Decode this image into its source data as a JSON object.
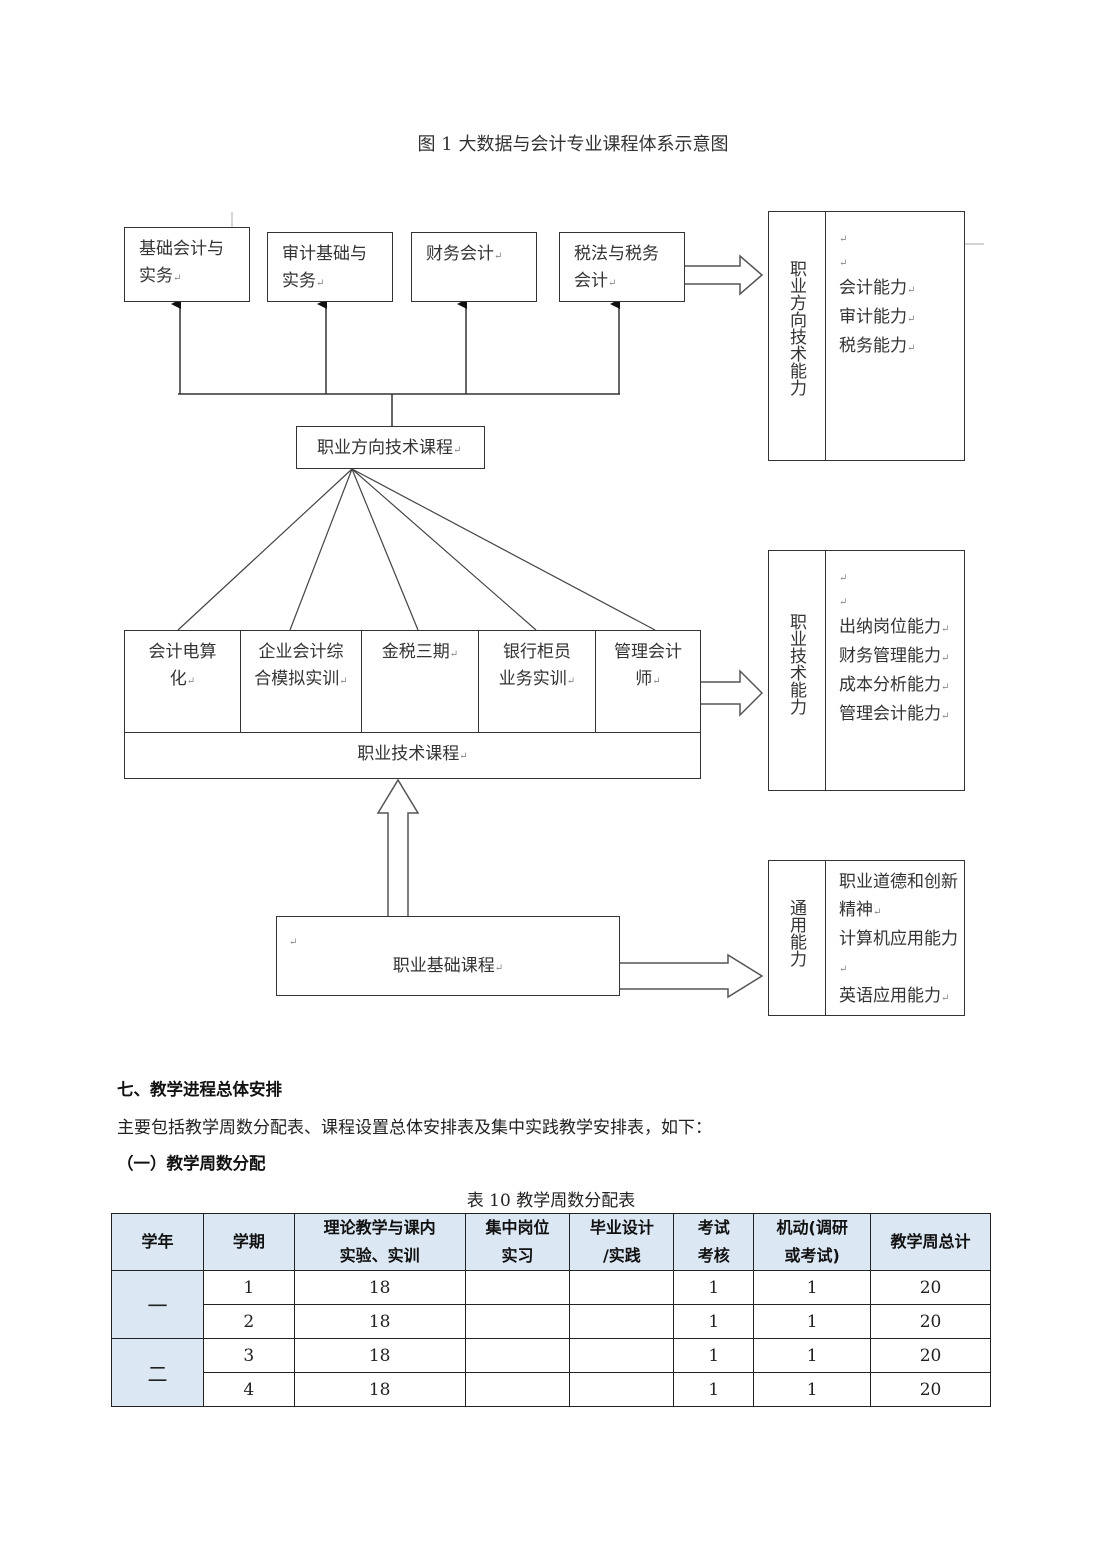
{
  "figure": {
    "title": "图 1  大数据与会计专业课程体系示意图",
    "top_courses": [
      {
        "line1": "基础会计与",
        "line2": "实务"
      },
      {
        "line1": "审计基础与",
        "line2": "实务"
      },
      {
        "line1": "财务会计",
        "line2": ""
      },
      {
        "line1": "税法与税务",
        "line2": "会计"
      }
    ],
    "direction_course_label": "职业方向技术课程",
    "tech_courses": [
      {
        "line1": "会计电算",
        "line2": "化"
      },
      {
        "line1": "企业会计综",
        "line2": "合模拟实训"
      },
      {
        "line1": "金税三期",
        "line2": ""
      },
      {
        "line1": "银行柜员",
        "line2": "业务实训"
      },
      {
        "line1": "管理会计",
        "line2": "师"
      }
    ],
    "tech_course_label": "职业技术课程",
    "base_course_label": "职业基础课程",
    "abilities": [
      {
        "title": "职业方向技术能力",
        "items": [
          "会计能力",
          "审计能力",
          "税务能力"
        ]
      },
      {
        "title": "职业技术能力",
        "items": [
          "出纳岗位能力",
          "财务管理能力",
          "成本分析能力",
          "管理会计能力"
        ]
      },
      {
        "title": "通用能力",
        "items": [
          "职业道德和创新精神",
          "计算机应用能力",
          "英语应用能力"
        ]
      }
    ],
    "paragraph_mark": "↵"
  },
  "section": {
    "heading": "七、教学进程总体安排",
    "intro": "主要包括教学周数分配表、课程设置总体安排表及集中实践教学安排表，如下：",
    "subheading": "（一）教学周数分配",
    "table_caption": "表 10  教学周数分配表"
  },
  "table": {
    "headers": [
      {
        "line1": "学年",
        "line2": ""
      },
      {
        "line1": "学期",
        "line2": ""
      },
      {
        "line1": "理论教学与课内",
        "line2": "实验、实训"
      },
      {
        "line1": "集中岗位",
        "line2": "实习"
      },
      {
        "line1": "毕业设计",
        "line2": "/实践"
      },
      {
        "line1": "考试",
        "line2": "考核"
      },
      {
        "line1": "机动(调研",
        "line2": "或考试)"
      },
      {
        "line1": "教学周总计",
        "line2": ""
      }
    ],
    "years": [
      {
        "label": "一",
        "rows": [
          {
            "term": "1",
            "theory": "18",
            "internship": "",
            "graduation": "",
            "exam": "1",
            "flex": "1",
            "total": "20"
          },
          {
            "term": "2",
            "theory": "18",
            "internship": "",
            "graduation": "",
            "exam": "1",
            "flex": "1",
            "total": "20"
          }
        ]
      },
      {
        "label": "二",
        "rows": [
          {
            "term": "3",
            "theory": "18",
            "internship": "",
            "graduation": "",
            "exam": "1",
            "flex": "1",
            "total": "20"
          },
          {
            "term": "4",
            "theory": "18",
            "internship": "",
            "graduation": "",
            "exam": "1",
            "flex": "1",
            "total": "20"
          }
        ]
      }
    ]
  }
}
